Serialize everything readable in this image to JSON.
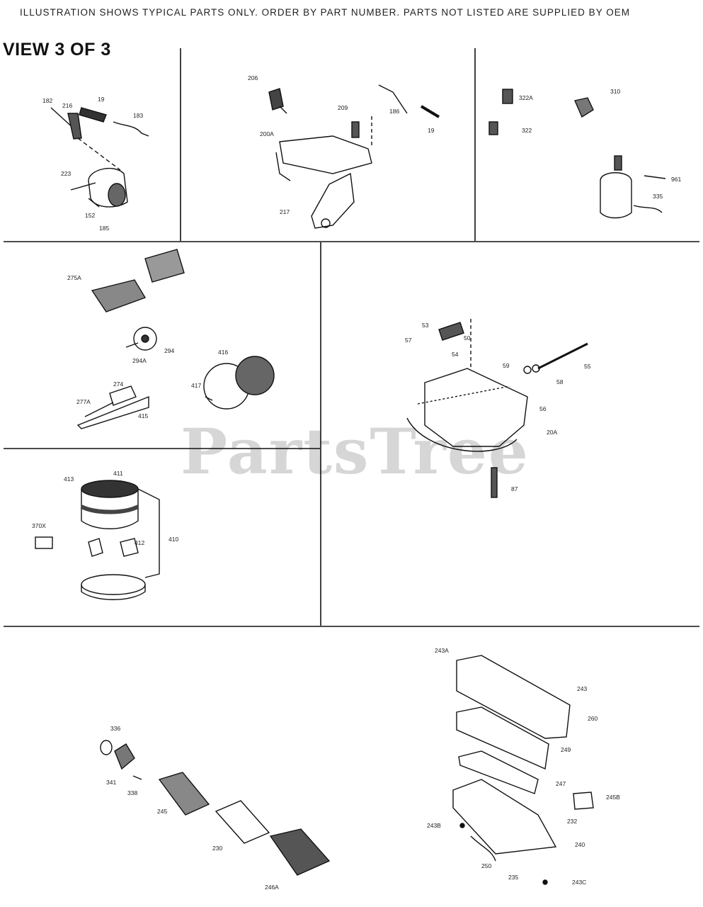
{
  "header_note": "ILLUSTRATION SHOWS TYPICAL PARTS ONLY. ORDER BY PART NUMBER. PARTS NOT LISTED ARE SUPPLIED BY OEM",
  "view_title": "VIEW 3 OF 3",
  "watermark": "PartsTree",
  "colors": {
    "line": "#111111",
    "watermark": "#cfcfcf",
    "background": "#ffffff"
  },
  "callouts": {
    "p182": "182",
    "p216": "216",
    "p19a": "19",
    "p183": "183",
    "p223": "223",
    "p152": "152",
    "p185": "185",
    "p206": "206",
    "p209": "209",
    "p200a": "200A",
    "p217": "217",
    "p186": "186",
    "p19b": "19",
    "p322a": "322A",
    "p310": "310",
    "p322": "322",
    "p961": "961",
    "p335": "335",
    "p275a": "275A",
    "p294": "294",
    "p294a": "294A",
    "p274": "274",
    "p277a": "277A",
    "p415": "415",
    "p416": "416",
    "p417": "417",
    "p53": "53",
    "p57": "57",
    "p50": "50",
    "p54": "54",
    "p59": "59",
    "p58": "58",
    "p55": "55",
    "p56": "56",
    "p20a": "20A",
    "p87": "87",
    "p413": "413",
    "p411": "411",
    "p370x": "370X",
    "p412": "412",
    "p410": "410",
    "p336": "336",
    "p341": "341",
    "p338": "338",
    "p245": "245",
    "p230": "230",
    "p246a": "246A",
    "p243a": "243A",
    "p243": "243",
    "p260": "260",
    "p249": "249",
    "p247": "247",
    "p245b": "245B",
    "p243b": "243B",
    "p232": "232",
    "p240": "240",
    "p250": "250",
    "p235": "235",
    "p243c": "243C"
  }
}
